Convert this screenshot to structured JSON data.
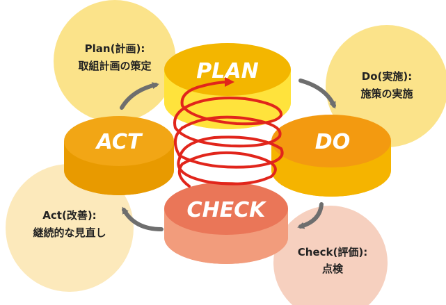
{
  "colors": {
    "plan": "#f3c400",
    "do": "#f2a20a",
    "check": "#ee7e5a",
    "act": "#f0a000",
    "spiral": "#e1251b",
    "arrow": "#6e6e6e"
  },
  "discs": {
    "plan": "PLAN",
    "do": "DO",
    "check": "CHECK",
    "act": "ACT"
  },
  "bubbles": {
    "plan": {
      "line1": "Plan(計画):",
      "line2": "取組計画の策定"
    },
    "do": {
      "line1": "Do(実施):",
      "line2": "施策の実施"
    },
    "check": {
      "line1": "Check(評価):",
      "line2": "点検"
    },
    "act": {
      "line1": "Act(改善):",
      "line2": "継続的な見直し"
    }
  }
}
